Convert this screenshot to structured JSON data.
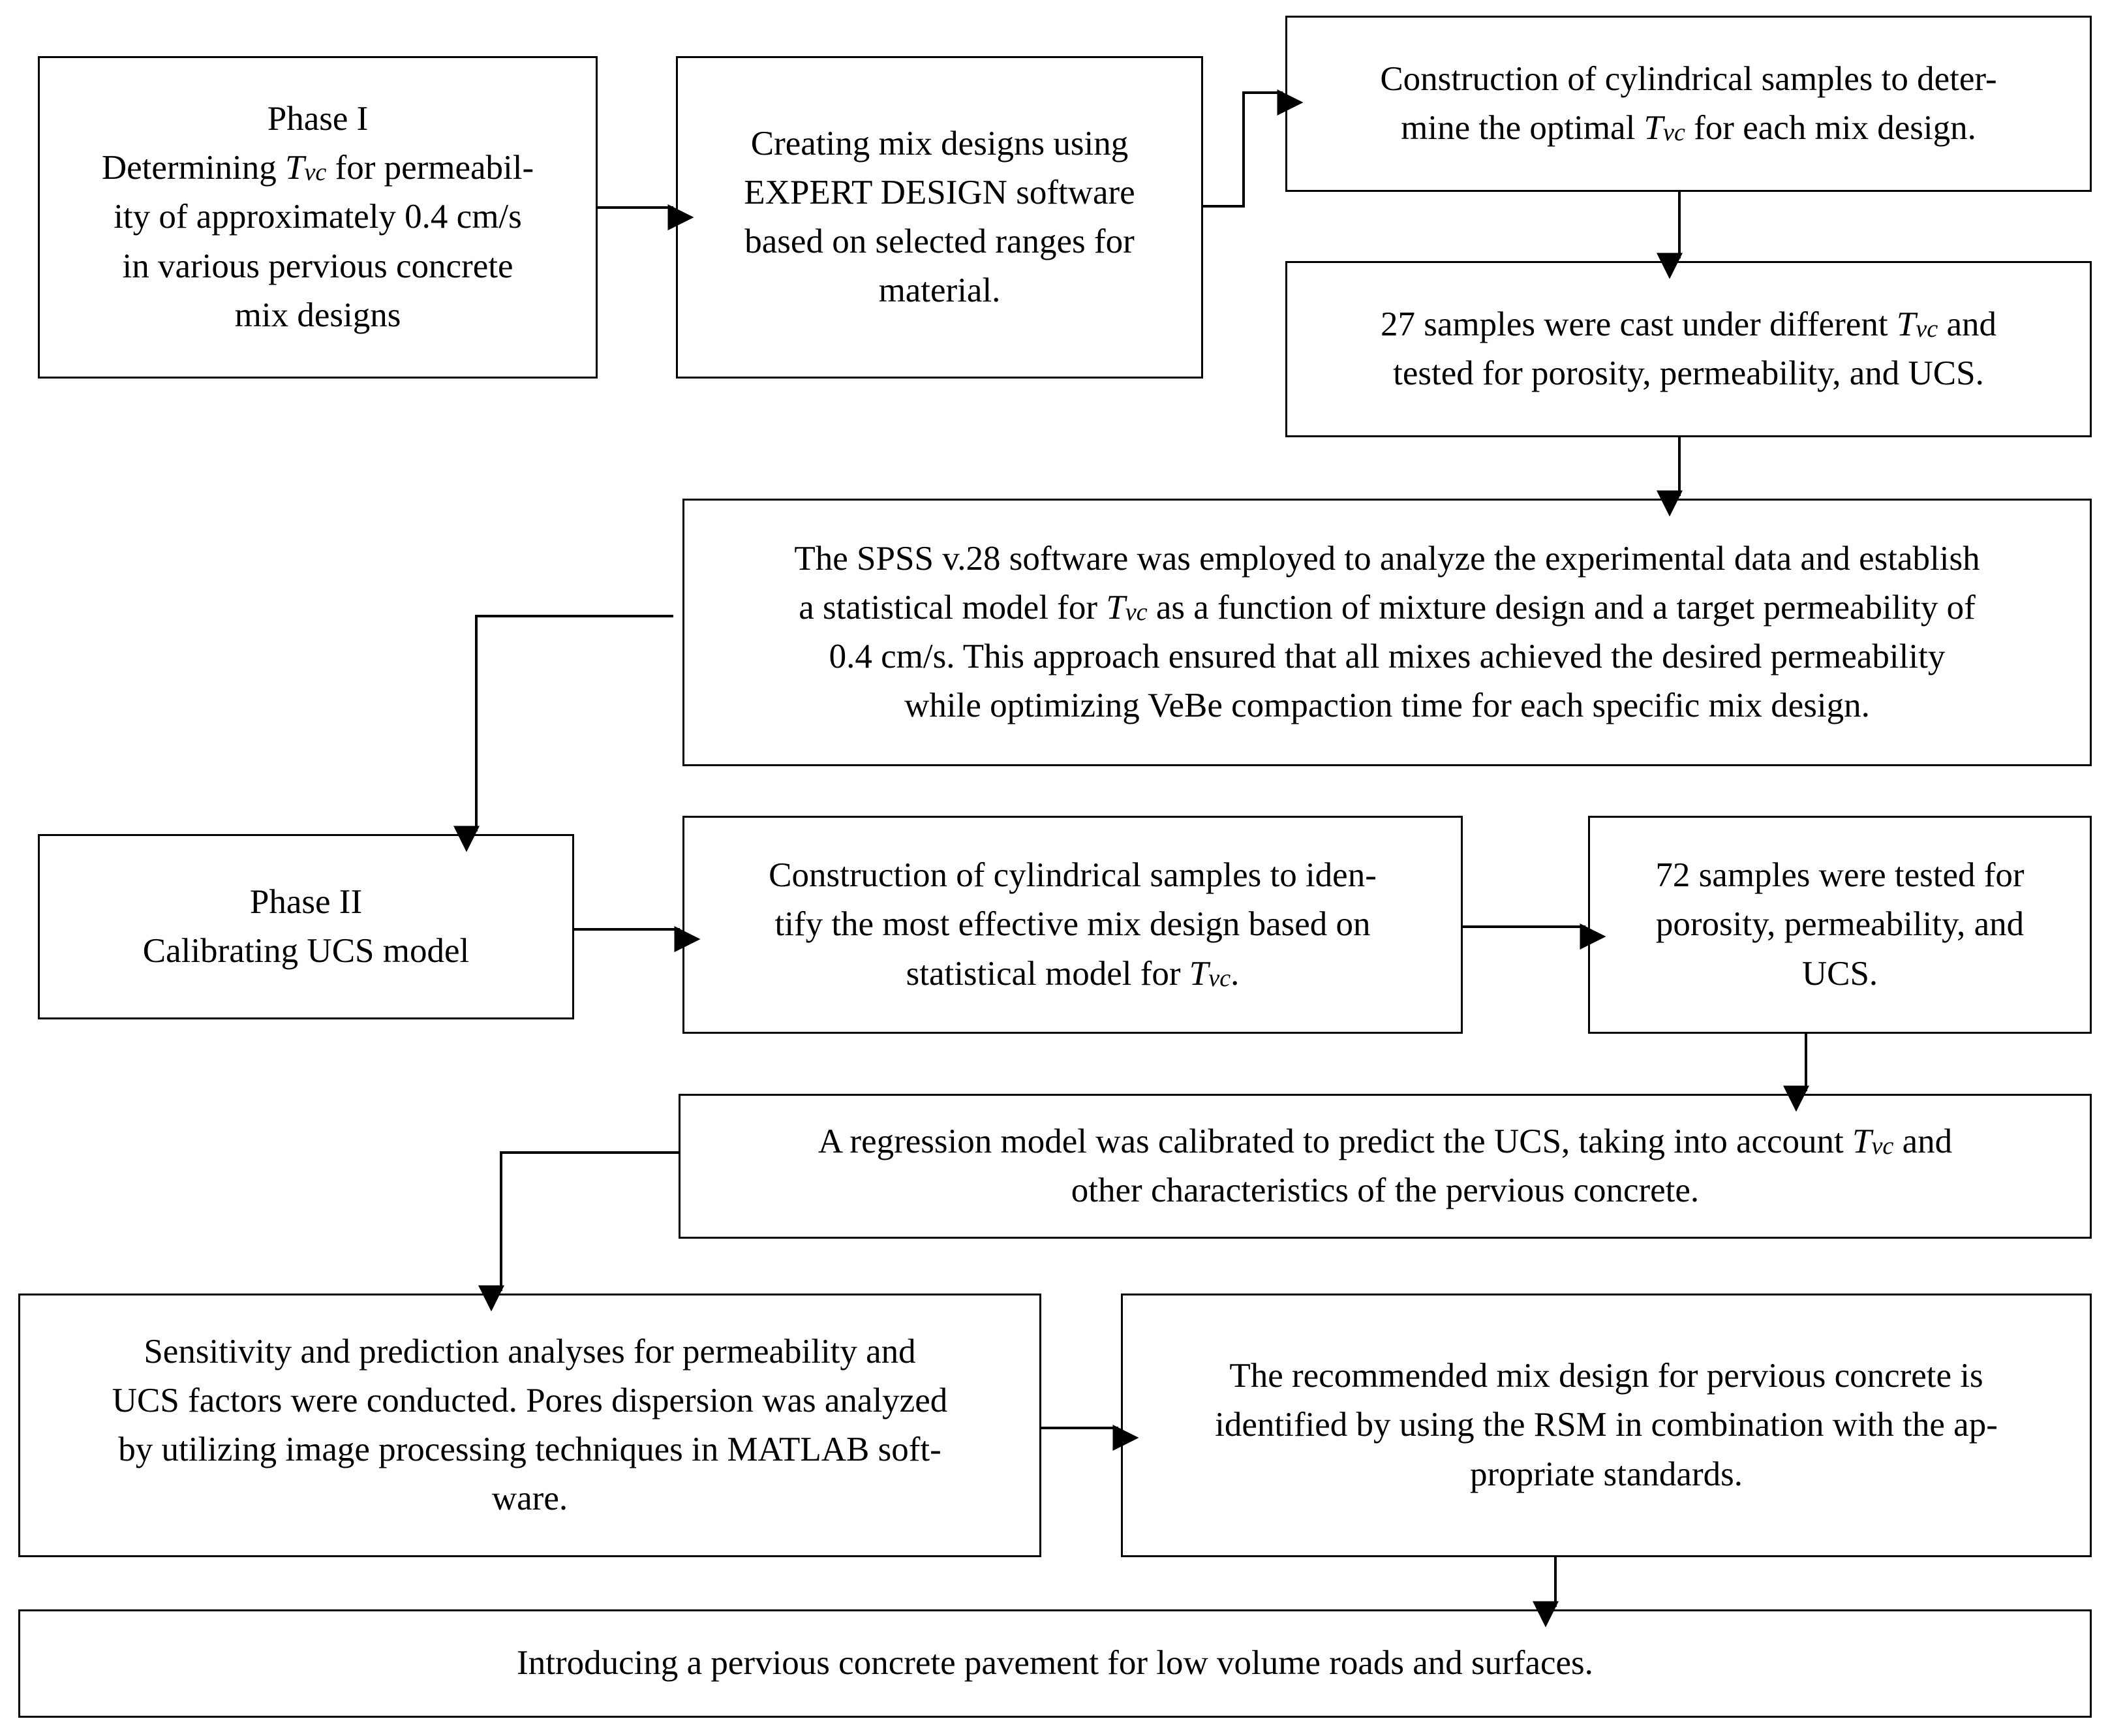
{
  "nodes": {
    "phase1": {
      "lines": [
        "Phase I",
        "Determining {Tvc} for permeabil-",
        "ity of approximately 0.4 cm/s",
        "in various pervious concrete",
        "mix designs"
      ]
    },
    "mix_design_software": {
      "lines": [
        "Creating mix designs using",
        "EXPERT DESIGN software",
        "based on selected ranges for",
        "material."
      ]
    },
    "construct_samples_tvc": {
      "lines": [
        "Construction of cylindrical samples to deter-",
        "mine the optimal {Tvc} for each mix design."
      ]
    },
    "samples_27": {
      "lines": [
        "27 samples were cast under different {Tvc} and",
        "tested for porosity, permeability, and UCS."
      ]
    },
    "spss_model": {
      "lines": [
        "The SPSS v.28 software was employed to analyze the experimental data and establish",
        "a statistical model for {Tvc} as a function of mixture design and a target permeability of",
        "0.4 cm/s. This approach ensured that all mixes achieved the desired permeability",
        "while optimizing VeBe compaction time for each specific mix design."
      ]
    },
    "phase2": {
      "lines": [
        "Phase II",
        "Calibrating UCS model"
      ]
    },
    "construct_samples_effective": {
      "lines": [
        "Construction of cylindrical samples to iden-",
        "tify the most effective mix design based on",
        "statistical model for {Tvc}."
      ]
    },
    "samples_72": {
      "lines": [
        "72 samples were tested for",
        "porosity, permeability, and",
        "UCS."
      ]
    },
    "regression_model": {
      "lines": [
        "A regression model was calibrated to predict the UCS, taking into account {Tvc} and",
        "other characteristics of the pervious concrete."
      ]
    },
    "sensitivity_analysis": {
      "lines": [
        "Sensitivity and prediction analyses for permeability and",
        "UCS factors were conducted. Pores dispersion was analyzed",
        "by utilizing image processing techniques in MATLAB soft-",
        "ware."
      ]
    },
    "recommended_mix": {
      "lines": [
        "The recommended mix design for pervious concrete is",
        "identified by using the RSM in combination with the ap-",
        "propriate standards."
      ]
    },
    "introducing_pavement": {
      "lines": [
        "Introducing a pervious concrete pavement for low volume roads and surfaces."
      ]
    }
  },
  "symbol": {
    "main": "T",
    "subscript": "vc",
    "suffix_dot": "."
  },
  "edges": [
    [
      "phase1",
      "mix_design_software"
    ],
    [
      "mix_design_software",
      "construct_samples_tvc"
    ],
    [
      "construct_samples_tvc",
      "samples_27"
    ],
    [
      "samples_27",
      "spss_model"
    ],
    [
      "spss_model",
      "phase2"
    ],
    [
      "phase2",
      "construct_samples_effective"
    ],
    [
      "construct_samples_effective",
      "samples_72"
    ],
    [
      "samples_72",
      "regression_model"
    ],
    [
      "regression_model",
      "sensitivity_analysis"
    ],
    [
      "sensitivity_analysis",
      "recommended_mix"
    ],
    [
      "recommended_mix",
      "introducing_pavement"
    ]
  ]
}
